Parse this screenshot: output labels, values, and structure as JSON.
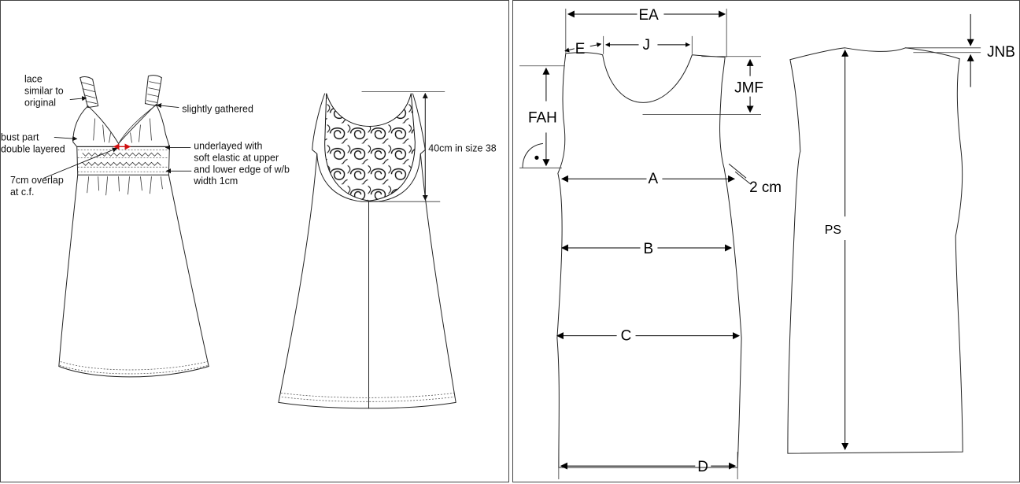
{
  "sketch_annotations": {
    "lace": [
      "lace",
      "similar to",
      "original"
    ],
    "gathered": "slightly gathered",
    "bust": [
      "bust part",
      "double layered"
    ],
    "underlay": [
      "underlayed with",
      "soft elastic at upper",
      "and lower edge of w/b",
      "width 1cm"
    ],
    "overlap": [
      "7cm overlap",
      "at c.f."
    ],
    "back_length": "40cm in size 38"
  },
  "pattern_labels": {
    "ea": "EA",
    "e": "E",
    "j": "J",
    "jmf": "JMF",
    "fah": "FAH",
    "a": "A",
    "two_cm": "2 cm",
    "b": "B",
    "c": "C",
    "d": "D",
    "jnb": "JNB",
    "ps": "PS"
  }
}
